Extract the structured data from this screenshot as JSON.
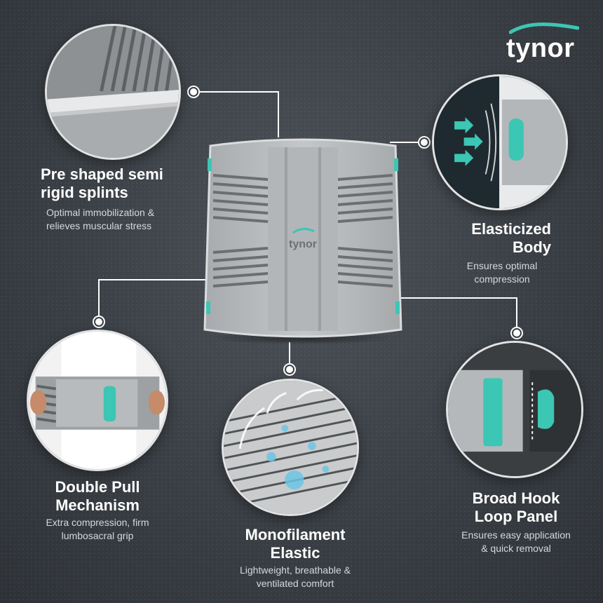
{
  "brand": {
    "logo_text": "tynor",
    "product_logo_text": "tynor",
    "accent": "#3cc6b4"
  },
  "features": {
    "splints": {
      "title_line1": "Pre shaped semi",
      "title_line2": "rigid splints",
      "desc_line1": "Optimal immobilization &",
      "desc_line2": "relieves muscular stress"
    },
    "elastic_body": {
      "title_line1": "Elasticized",
      "title_line2": "Body",
      "desc_line1": "Ensures optimal",
      "desc_line2": "compression"
    },
    "double_pull": {
      "title_line1": "Double Pull",
      "title_line2": "Mechanism",
      "desc_line1": "Extra compression, firm",
      "desc_line2": "lumbosacral grip"
    },
    "monofilament": {
      "title_line1": "Monofilament",
      "title_line2": "Elastic",
      "desc_line1": "Lightweight, breathable &",
      "desc_line2": "ventilated comfort"
    },
    "hook_loop": {
      "title_line1": "Broad Hook",
      "title_line2": "Loop Panel",
      "desc_line1": "Ensures easy application",
      "desc_line2": "& quick removal"
    }
  },
  "colors": {
    "background": "#3a3f45",
    "belt_gray": "#b9bcbe",
    "strap_dark": "#6b6f72",
    "text_muted": "#d6d9dc"
  }
}
